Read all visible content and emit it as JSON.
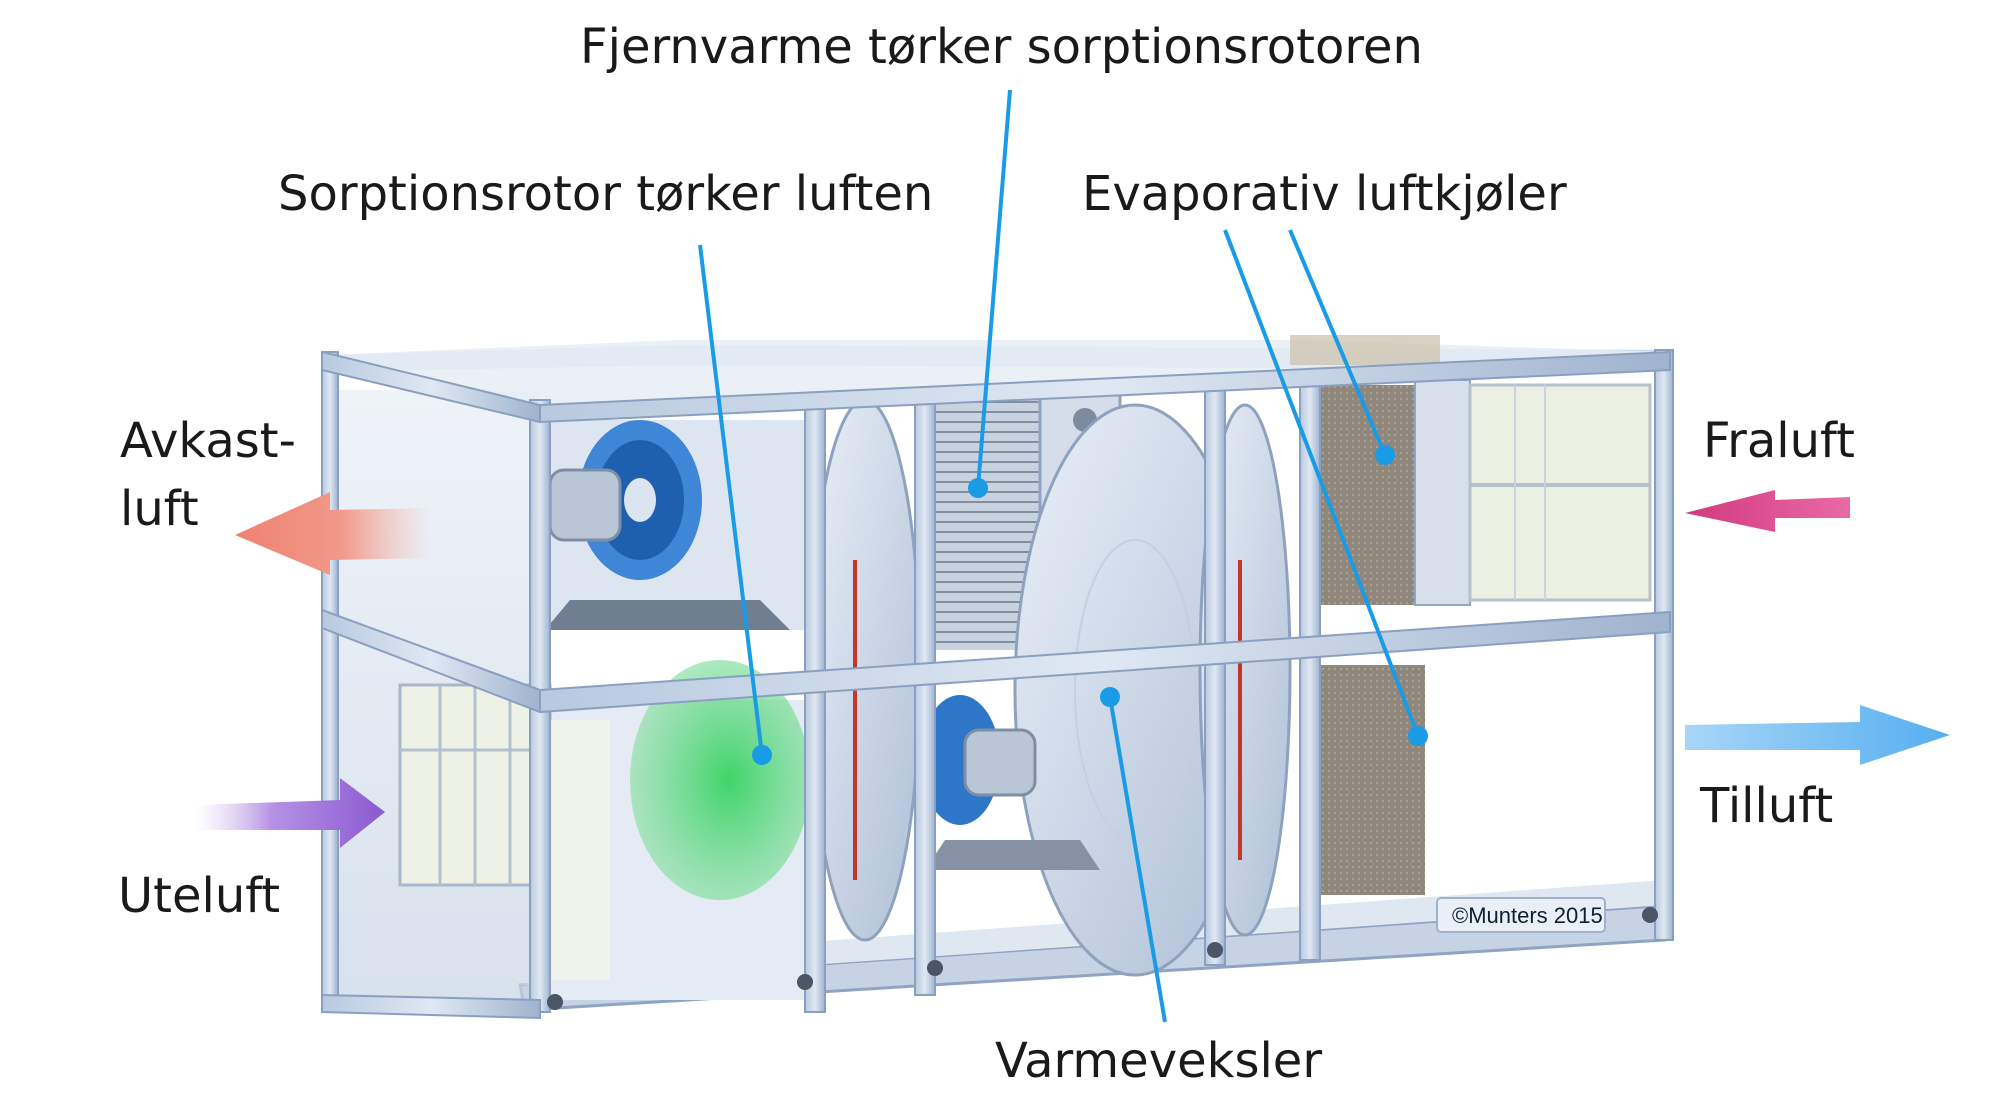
{
  "labels": {
    "fjernvarme": "Fjernvarme tørker sorptionsrotoren",
    "sorptionsrotor": "Sorptionsrotor tørker luften",
    "evaporativ": "Evaporativ luftkjøler",
    "avkast_line1": "Avkast-",
    "avkast_line2": "luft",
    "fraluft": "Fraluft",
    "tilluft": "Tilluft",
    "uteluft": "Uteluft",
    "varmeveksler": "Varmeveksler"
  },
  "copyright": "©Munters 2015",
  "colors": {
    "leader_line": "#1a9be6",
    "frame": "#9eb6d4",
    "panel": "#d9e4f0",
    "fan_blue": "#2e76c8",
    "rotor_green": "#2ec55a",
    "arrow_avkast": "#f08a7a",
    "arrow_fraluft": "#d9478d",
    "arrow_tilluft": "#5fb2ec",
    "arrow_uteluft": "#9a6ad8"
  }
}
